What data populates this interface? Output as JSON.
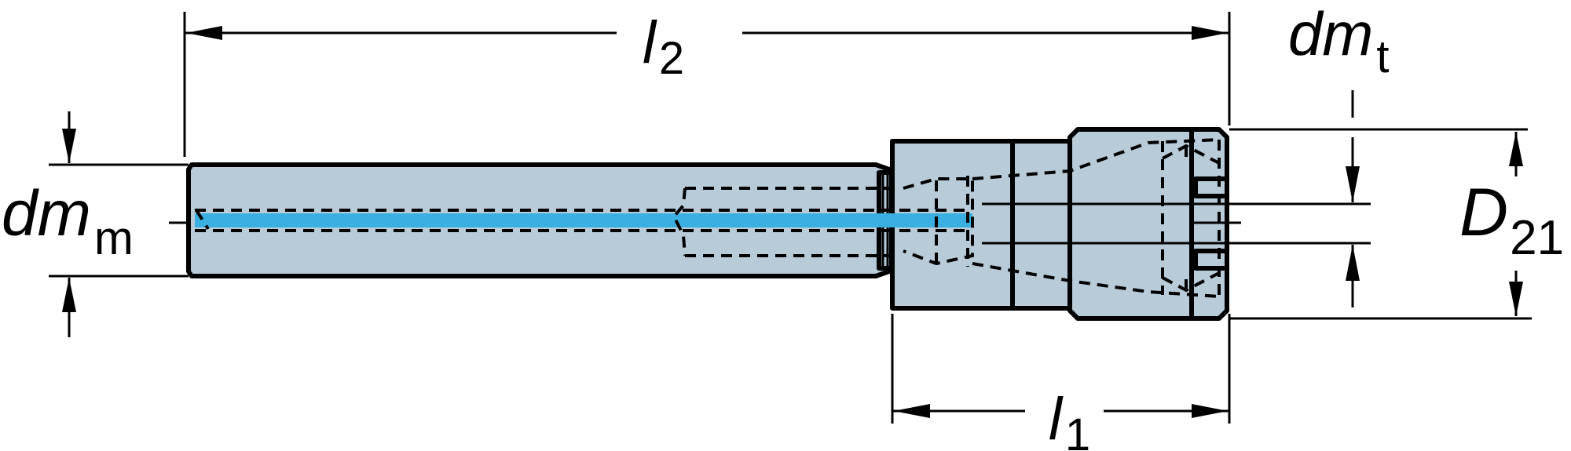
{
  "diagram": {
    "labels": {
      "l2": {
        "main": "l",
        "sub": "2"
      },
      "l1": {
        "main": "l",
        "sub": "1"
      },
      "dmt": {
        "main": "dm",
        "sub": "t"
      },
      "dmm": {
        "main": "dm",
        "sub": "m"
      },
      "D21": {
        "main": "D",
        "sub": "21"
      }
    },
    "colors": {
      "body_fill": "#b8cbd8",
      "coolant_channel": "#3ab0e2",
      "stroke": "#000000",
      "background": "#ffffff"
    }
  }
}
